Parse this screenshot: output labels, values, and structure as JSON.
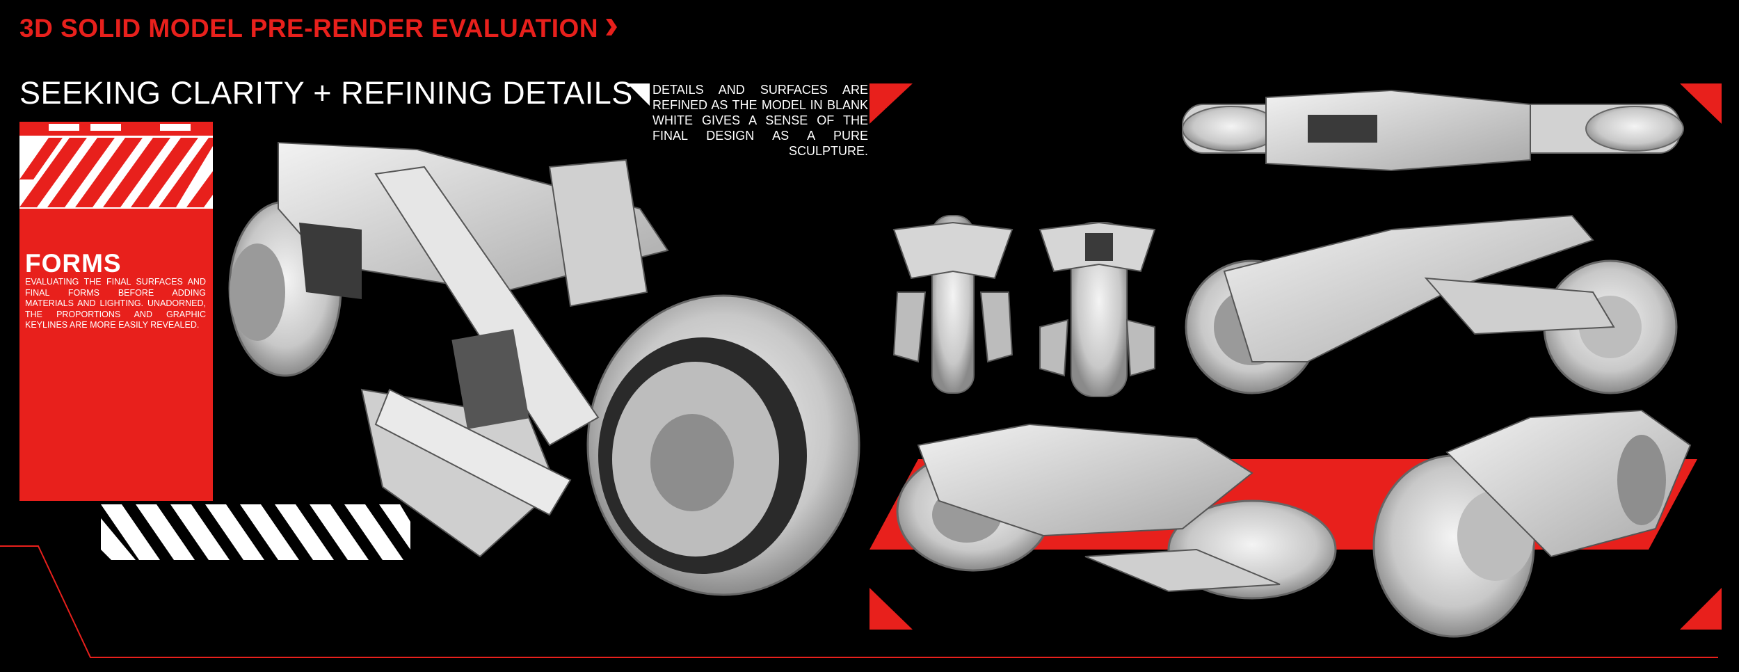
{
  "header": {
    "title": "3D SOLID MODEL PRE-RENDER EVALUATION",
    "subtitle": "SEEKING CLARITY + REFINING DETAILS"
  },
  "description": "DETAILS AND SURFACES ARE REFINED AS THE MODEL IN BLANK WHITE GIVES A SENSE OF THE FINAL DESIGN AS A PURE SCULPTURE.",
  "forms_panel": {
    "heading": "FORMS",
    "body": "EVALUATING THE FINAL SURFACES AND FINAL FORMS BEFORE ADDING MATERIALS AND LIGHTING. UNADORNED, THE PROPORTIONS AND GRAPHIC KEYLINES ARE MORE EASILY REVEALED."
  },
  "views": [
    {
      "name": "hero-perspective-view"
    },
    {
      "name": "top-view"
    },
    {
      "name": "front-view"
    },
    {
      "name": "rear-view"
    },
    {
      "name": "side-view"
    },
    {
      "name": "front-three-quarter-view"
    },
    {
      "name": "rear-three-quarter-view"
    }
  ],
  "colors": {
    "accent": "#e8201c",
    "background": "#000000",
    "model": "#d9d9d9"
  }
}
